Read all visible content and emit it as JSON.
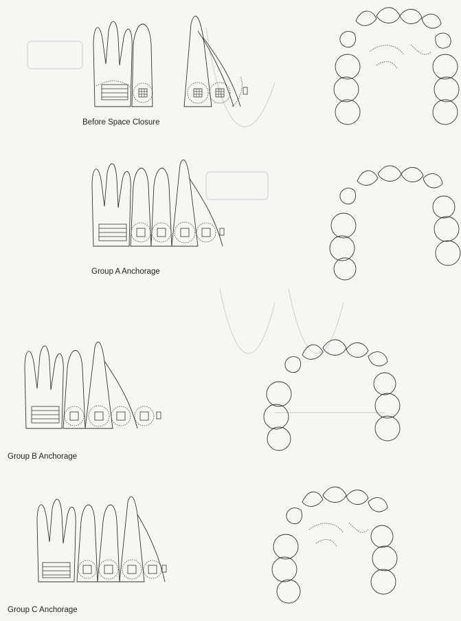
{
  "figure": {
    "captions": {
      "before": "Before Space Closure",
      "group_a": "Group A Anchorage",
      "group_b": "Group B Anchorage",
      "group_c": "Group C Anchorage"
    }
  }
}
